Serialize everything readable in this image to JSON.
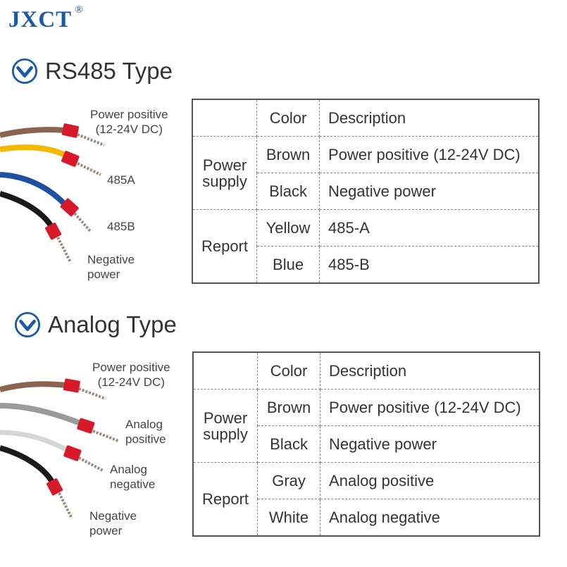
{
  "brand": {
    "name": "JXCT",
    "mark": "®"
  },
  "rs485": {
    "title": "RS485 Type",
    "wire_labels": [
      "Power positive\n(12-24V DC)",
      "485A",
      "485B",
      "Negative\npower"
    ],
    "table": {
      "headers": [
        "",
        "Color",
        "Description"
      ],
      "groups": [
        {
          "label": "Power\nsupply",
          "rows": [
            {
              "color": "Brown",
              "desc": "Power positive (12-24V DC)"
            },
            {
              "color": "Black",
              "desc": "Negative power"
            }
          ]
        },
        {
          "label": "Report",
          "rows": [
            {
              "color": "Yellow",
              "desc": "485-A"
            },
            {
              "color": "Blue",
              "desc": "485-B"
            }
          ]
        }
      ]
    }
  },
  "analog": {
    "title": "Analog Type",
    "wire_labels": [
      "Power positive\n(12-24V DC)",
      "Analog\npositive",
      "Analog\nnegative",
      "Negative\npower"
    ],
    "table": {
      "headers": [
        "",
        "Color",
        "Description"
      ],
      "groups": [
        {
          "label": "Power\nsupply",
          "rows": [
            {
              "color": "Brown",
              "desc": "Power positive (12-24V DC)"
            },
            {
              "color": "Black",
              "desc": "Negative power"
            }
          ]
        },
        {
          "label": "Report",
          "rows": [
            {
              "color": "Gray",
              "desc": "Analog positive"
            },
            {
              "color": "White",
              "desc": "Analog negative"
            }
          ]
        }
      ]
    }
  },
  "colors": {
    "accent": "#1a5aa6",
    "brown": "#8a6450",
    "yellow": "#f5b800",
    "blue": "#1f4fa0",
    "black": "#1a1a1a",
    "gray": "#9a9a9a",
    "white": "#e8e8e8",
    "ferrule": "#d8192a"
  }
}
